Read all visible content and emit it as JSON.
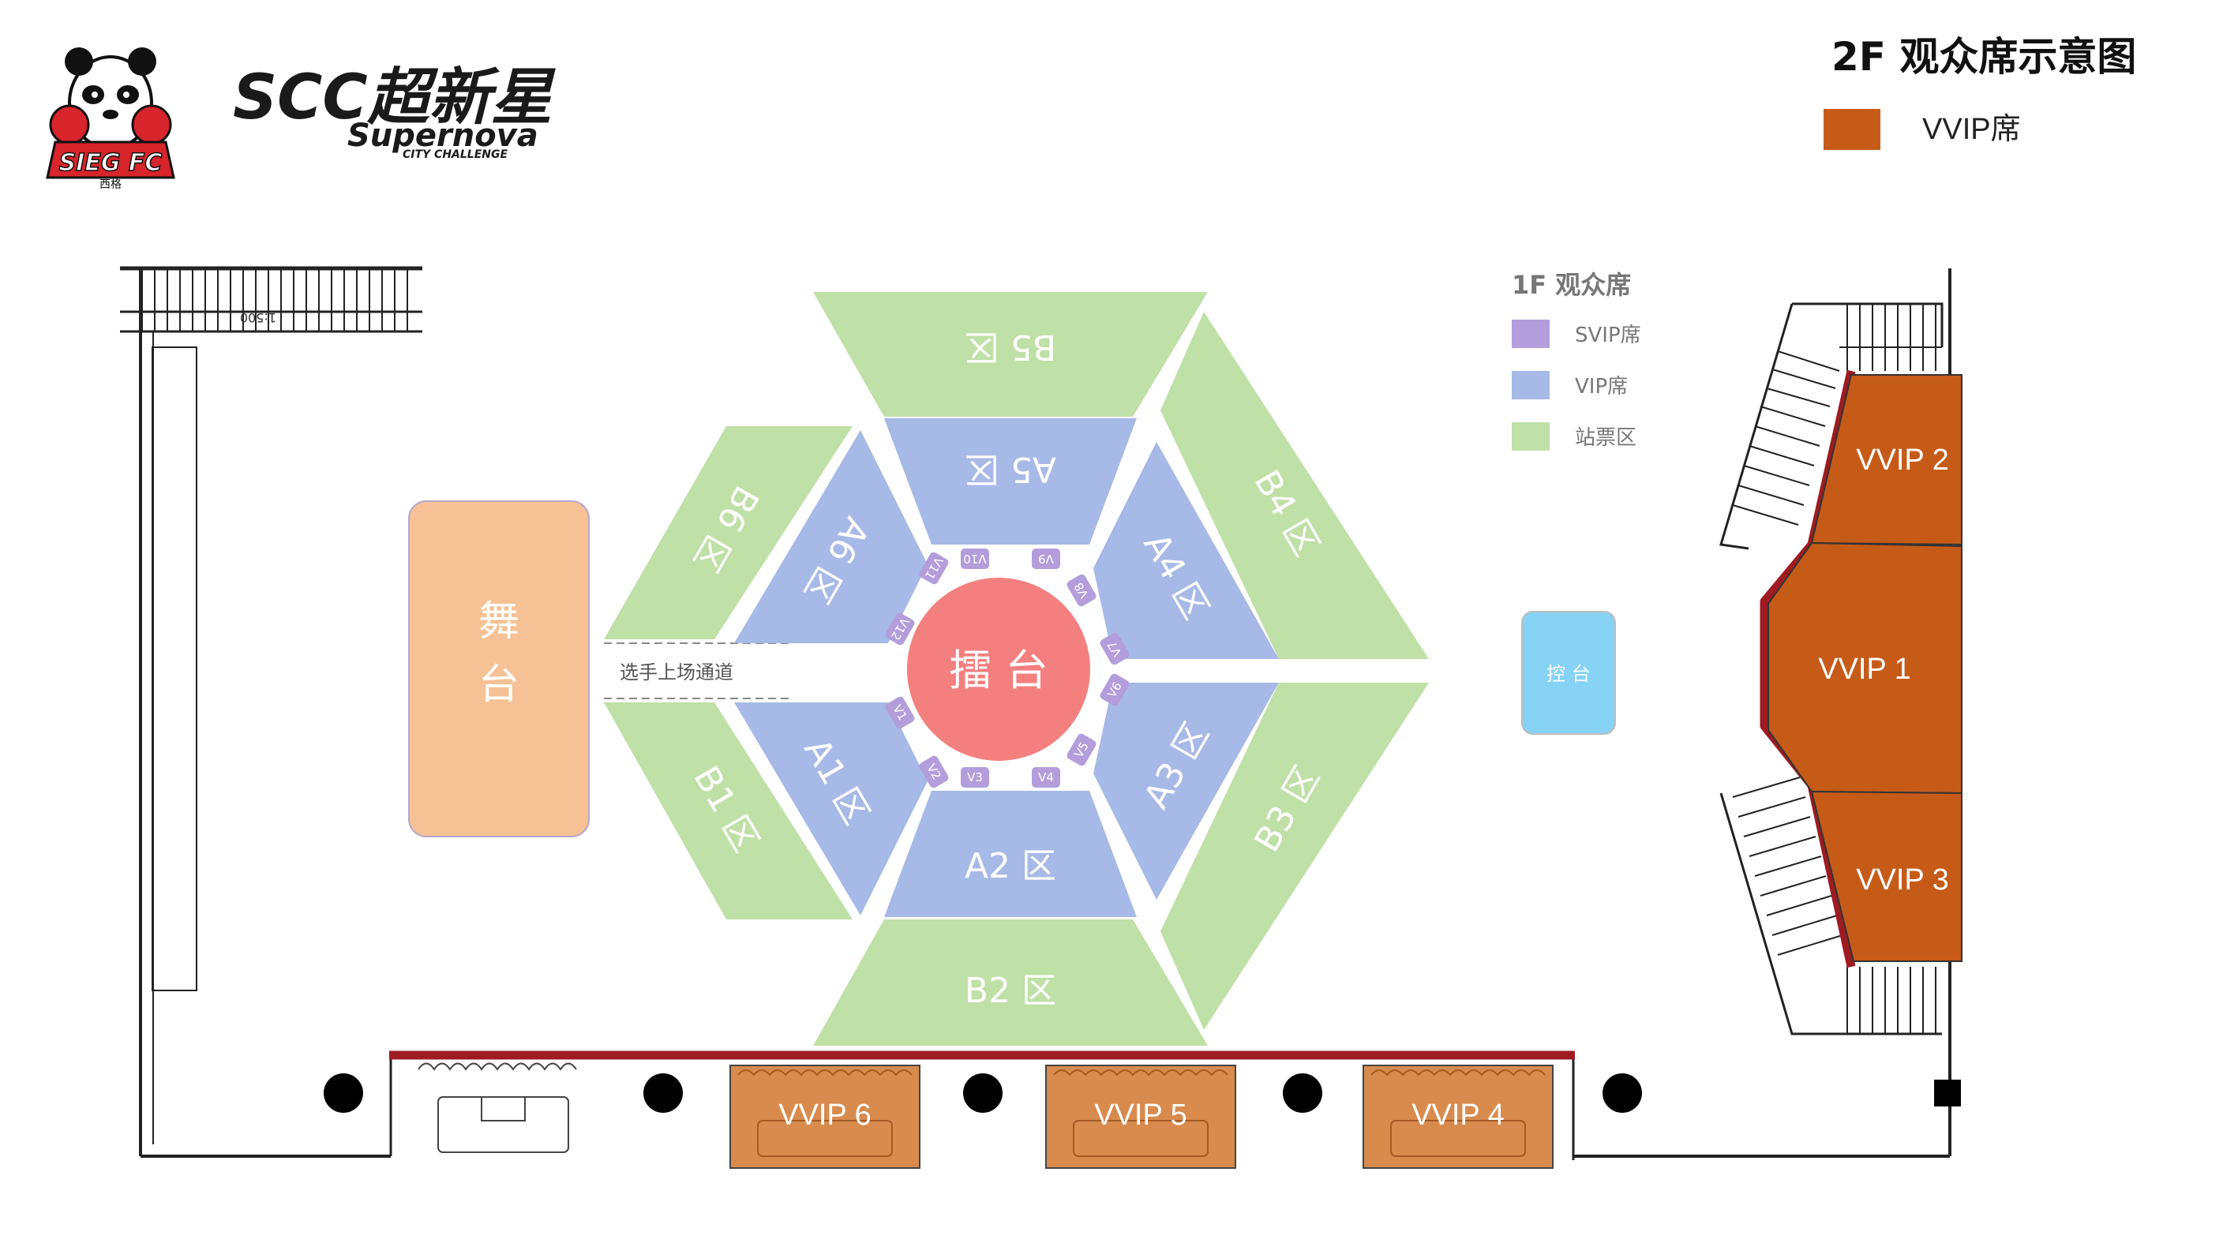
{
  "header": {
    "title": "2F 观众席示意图",
    "vvip_legend_label": "VVIP席",
    "vvip_color": "#c65b18"
  },
  "logos": {
    "sieg": "SIEG FC",
    "sieg_sub": "西格",
    "scc_main": "SCC超新星",
    "scc_sub": "Supernova",
    "scc_tag": "CITY CHALLENGE"
  },
  "legend_1f": {
    "title": "1F 观众席",
    "items": [
      {
        "label": "SVIP席",
        "color": "#b39ddb"
      },
      {
        "label": "VIP席",
        "color": "#a7b9e6"
      },
      {
        "label": "站票区",
        "color": "#bfe0a6"
      }
    ]
  },
  "stage": {
    "label_1": "舞",
    "label_2": "台",
    "color": "#f6c194"
  },
  "walkway": "选手上场通道",
  "ring": {
    "label": "擂 台",
    "color": "#f47f7f"
  },
  "control": {
    "label": "控 台",
    "color": "#87d3f5"
  },
  "zones": {
    "A1": "A1 区",
    "A2": "A2 区",
    "A3": "A3 区",
    "A4": "A4 区",
    "A5": "A5 区",
    "A6": "A6 区",
    "B1": "B1 区",
    "B2": "B2 区",
    "B3": "B3 区",
    "B4": "B4 区",
    "B5": "B5 区",
    "B6": "B6 区"
  },
  "svip_seats": [
    "V1",
    "V2",
    "V3",
    "V4",
    "V5",
    "V6",
    "V7",
    "V8",
    "V9",
    "V10",
    "V11",
    "V12"
  ],
  "vvip_boxes": {
    "v1": "VVIP 1",
    "v2": "VVIP 2",
    "v3": "VVIP 3",
    "v4": "VVIP 4",
    "v5": "VVIP 5",
    "v6": "VVIP 6"
  },
  "scale_label": "1:500"
}
